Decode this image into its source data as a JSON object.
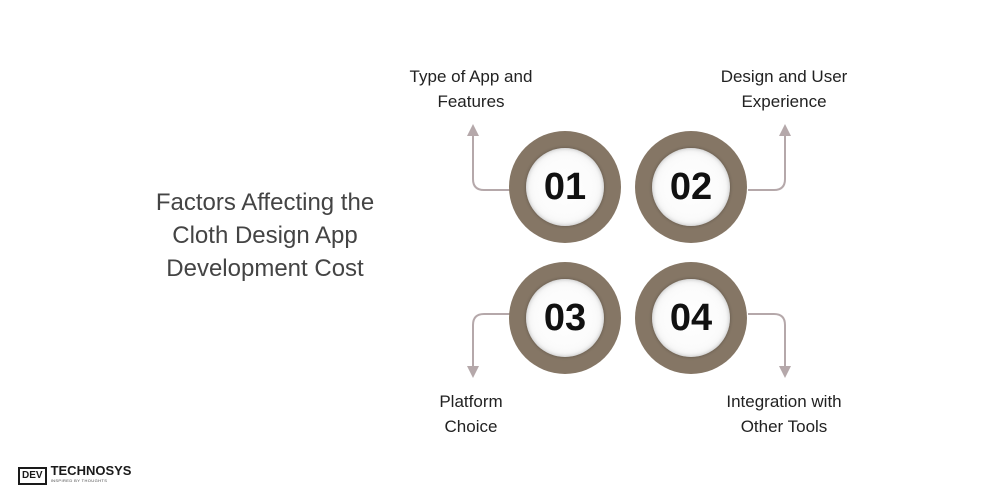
{
  "title": "Factors Affecting the Cloth Design App Development Cost",
  "factors": [
    {
      "number": "01",
      "label_line1": "Type of App and",
      "label_line2": "Features"
    },
    {
      "number": "02",
      "label_line1": "Design and User",
      "label_line2": "Experience"
    },
    {
      "number": "03",
      "label_line1": "Platform",
      "label_line2": "Choice"
    },
    {
      "number": "04",
      "label_line1": "Integration with",
      "label_line2": "Other Tools"
    }
  ],
  "colors": {
    "ring": "#857665",
    "connector": "#b5a8aa"
  },
  "logo": {
    "box": "DEV",
    "main": "TECHNOSYS",
    "tagline": "INSPIRED BY THOUGHTS"
  }
}
